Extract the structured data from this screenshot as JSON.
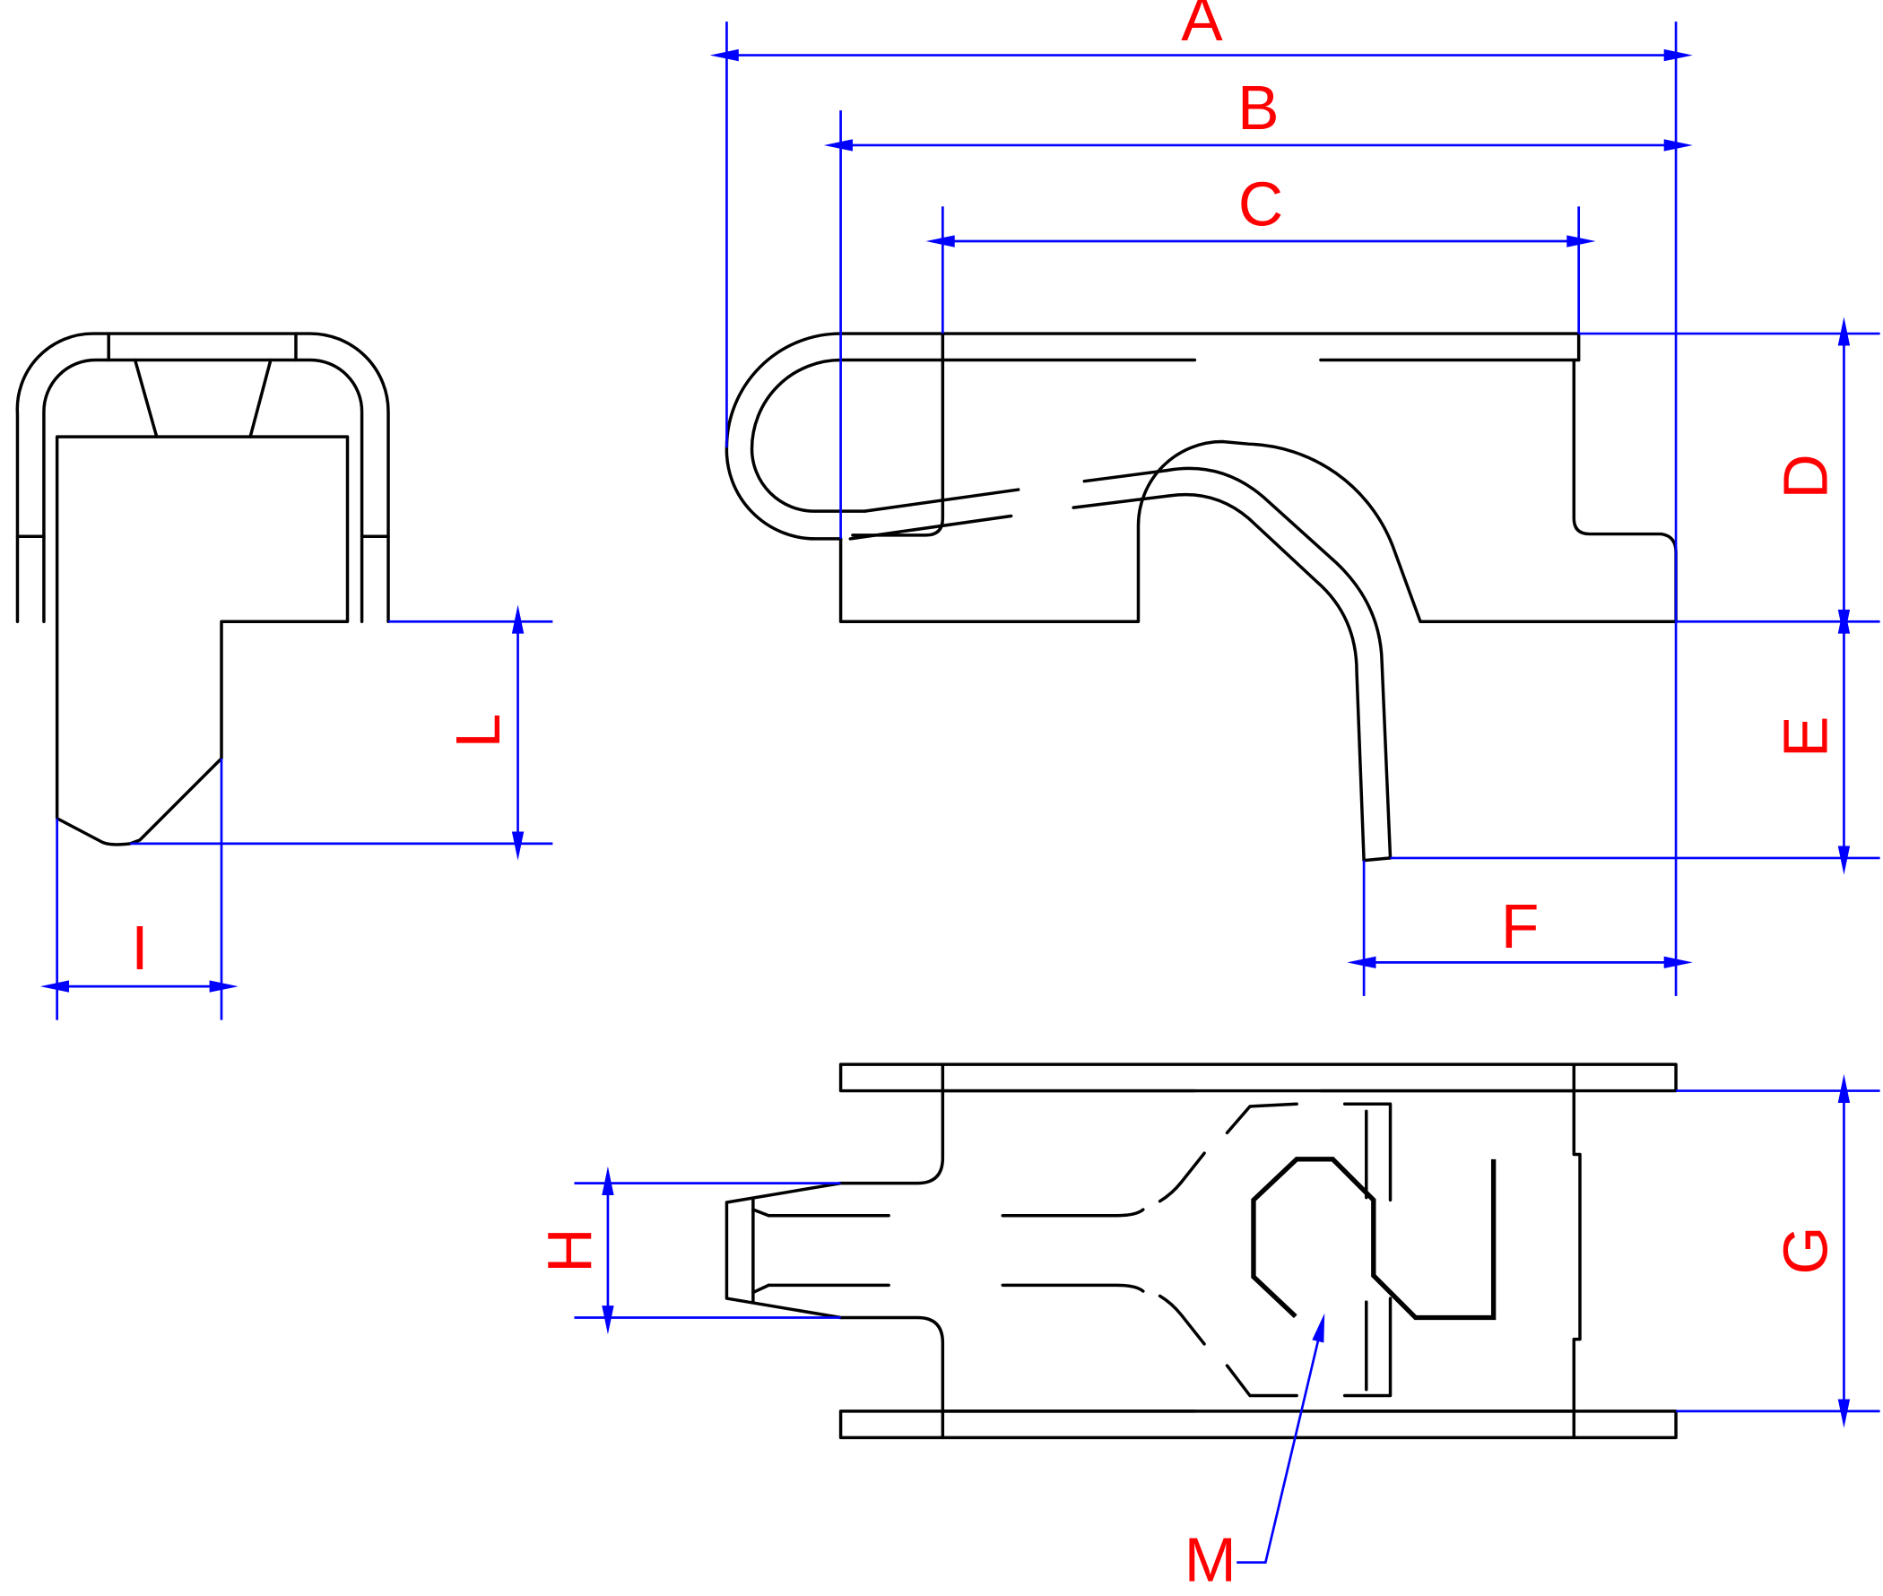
{
  "labels": {
    "A": "A",
    "B": "B",
    "C": "C",
    "D": "D",
    "E": "E",
    "F": "F",
    "G": "G",
    "H": "H",
    "I": "I",
    "L": "L",
    "M": "M"
  },
  "colors": {
    "part_outline": "#000000",
    "dimension_line": "#0000ff",
    "dimension_label": "#ff0000"
  }
}
